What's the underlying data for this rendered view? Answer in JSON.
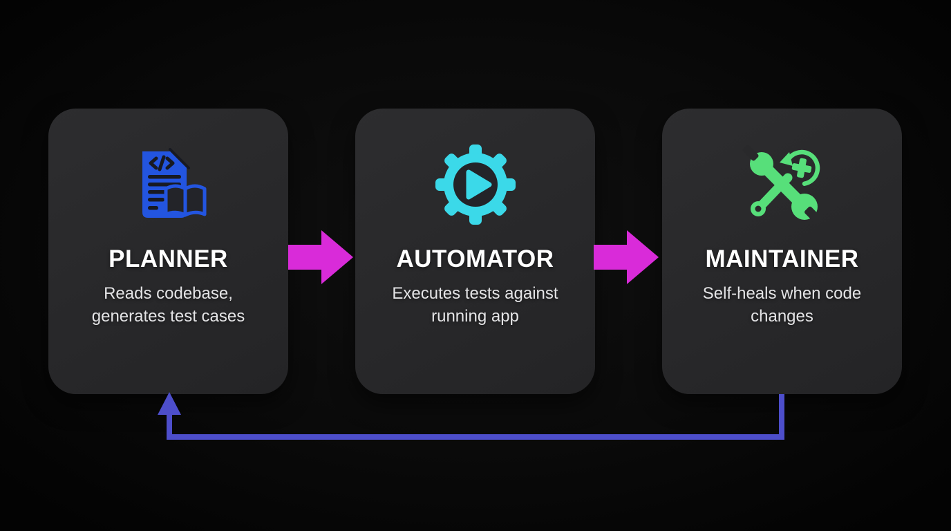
{
  "diagram": {
    "type": "flow-diagram",
    "background": "#090909",
    "colors": {
      "card_background": "#29292b",
      "title_text": "#ffffff",
      "description_text": "#e4e4e6",
      "forward_arrow": "#d92bd9",
      "feedback_arrow": "#4d4ecb",
      "planner_icon": "#2355e0",
      "automator_icon": "#3bd9e9",
      "maintainer_icon": "#57df7a"
    },
    "cards": [
      {
        "title": "PLANNER",
        "description": "Reads codebase, generates test cases",
        "icon": "code-document-book-icon",
        "icon_color": "#2355e0"
      },
      {
        "title": "AUTOMATOR",
        "description": "Executes tests against running app",
        "icon": "gear-play-icon",
        "icon_color": "#3bd9e9"
      },
      {
        "title": "MAINTAINER",
        "description": "Self-heals when code changes",
        "icon": "wrench-self-heal-icon",
        "icon_color": "#57df7a"
      }
    ],
    "connections": {
      "forward": [
        {
          "from": "PLANNER",
          "to": "AUTOMATOR",
          "style": "magenta-arrow"
        },
        {
          "from": "AUTOMATOR",
          "to": "MAINTAINER",
          "style": "magenta-arrow"
        }
      ],
      "feedback": {
        "from": "MAINTAINER",
        "to": "PLANNER",
        "style": "indigo-loop-arrow"
      }
    }
  }
}
